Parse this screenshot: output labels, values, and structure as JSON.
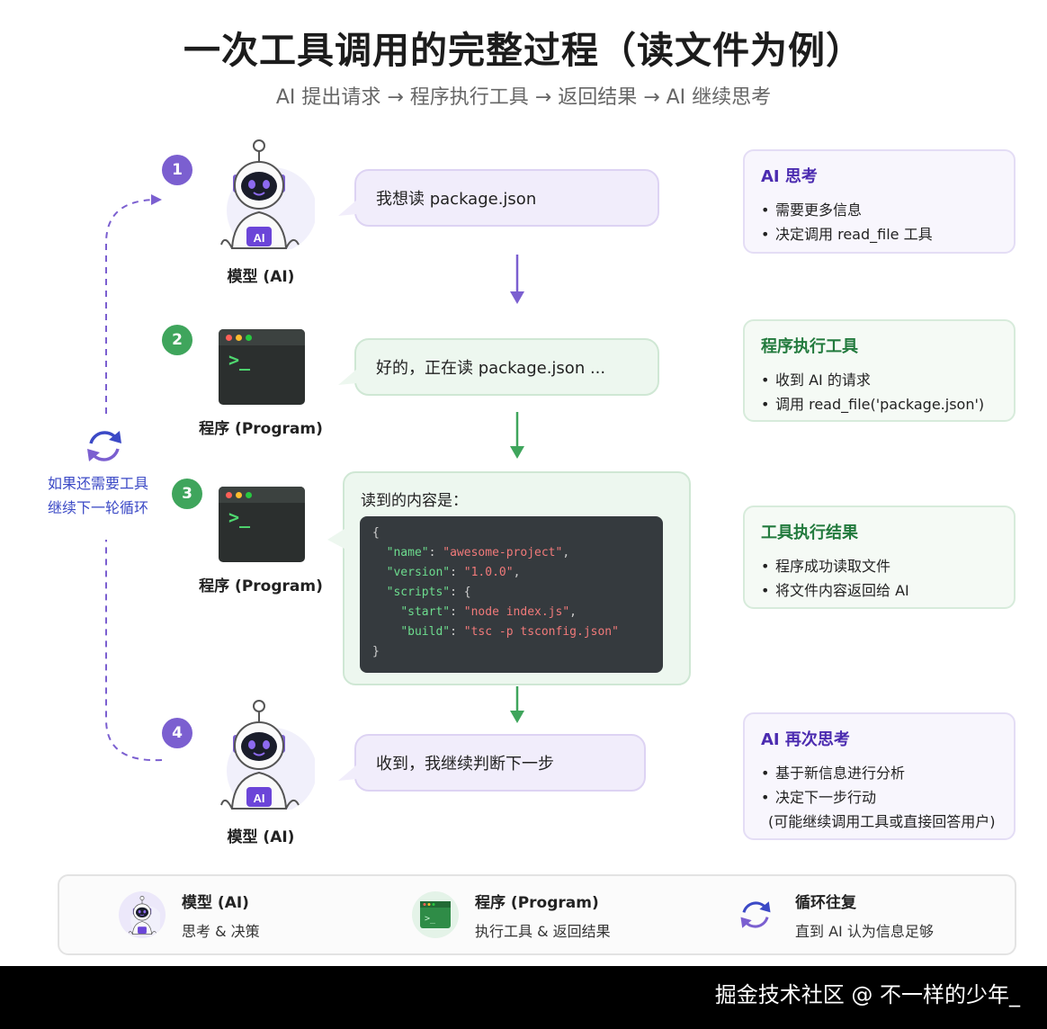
{
  "header": {
    "title": "一次工具调用的完整过程（读文件为例）",
    "subtitle": "AI 提出请求 → 程序执行工具 → 返回结果 → AI 继续思考"
  },
  "steps": [
    {
      "number": "1",
      "actor": "模型 (AI)",
      "message": "我想读 package.json"
    },
    {
      "number": "2",
      "actor": "程序 (Program)",
      "message": "好的，正在读 package.json ..."
    },
    {
      "number": "3",
      "actor": "程序 (Program)",
      "message": "读到的内容是："
    },
    {
      "number": "4",
      "actor": "模型 (AI)",
      "message": "收到，我继续判断下一步"
    }
  ],
  "robot_badge": "AI",
  "terminal_prompt": ">_",
  "code": {
    "open": "{",
    "name_key": "\"name\"",
    "name_val": "\"awesome-project\"",
    "version_key": "\"version\"",
    "version_val": "\"1.0.0\"",
    "scripts_key": "\"scripts\"",
    "start_key": "\"start\"",
    "start_val": "\"node index.js\"",
    "build_key": "\"build\"",
    "build_val": "\"tsc -p tsconfig.json\"",
    "close": "}"
  },
  "cards": [
    {
      "title": "AI 思考",
      "items": [
        "需要更多信息",
        "决定调用 read_file 工具"
      ]
    },
    {
      "title": "程序执行工具",
      "items": [
        "收到 AI 的请求",
        "调用 read_file('package.json')"
      ]
    },
    {
      "title": "工具执行结果",
      "items": [
        "程序成功读取文件",
        "将文件内容返回给 AI"
      ]
    },
    {
      "title": "AI 再次思考",
      "items": [
        "基于新信息进行分析",
        "决定下一步行动"
      ],
      "note": "(可能继续调用工具或直接回答用户)"
    }
  ],
  "loop": {
    "line1": "如果还需要工具",
    "line2": "继续下一轮循环"
  },
  "legend": [
    {
      "title": "模型 (AI)",
      "desc": "思考 & 决策"
    },
    {
      "title": "程序 (Program)",
      "desc": "执行工具 & 返回结果"
    },
    {
      "title": "循环往复",
      "desc": "直到 AI 认为信息足够"
    }
  ],
  "footer": {
    "watermark": "掘金技术社区 @ 不一样的少年_"
  },
  "colors": {
    "ai_purple": "#7b5fd0",
    "program_green": "#3fa55c",
    "loop_blue": "#3b49c6"
  }
}
